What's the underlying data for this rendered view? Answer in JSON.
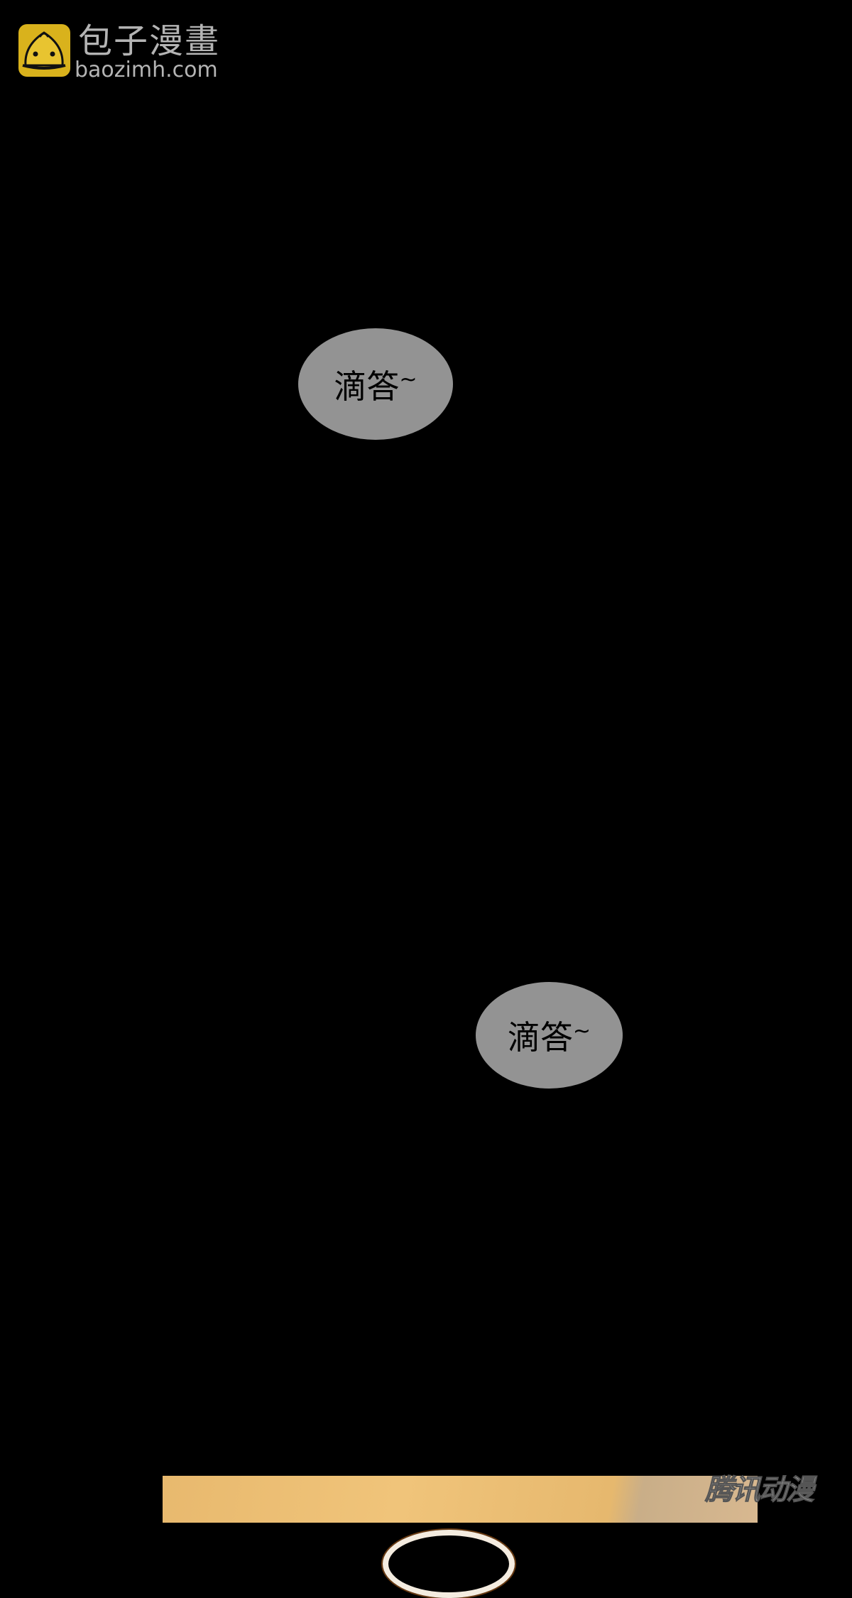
{
  "watermark_top": {
    "name_cn": "包子漫畫",
    "url": "baozimh.com",
    "logo_color": "#d9b21c"
  },
  "bubbles": [
    {
      "text": "滴答",
      "tilde": "~"
    },
    {
      "text": "滴答",
      "tilde": "~"
    }
  ],
  "watermark_bottom": {
    "text": "腾讯动漫"
  }
}
